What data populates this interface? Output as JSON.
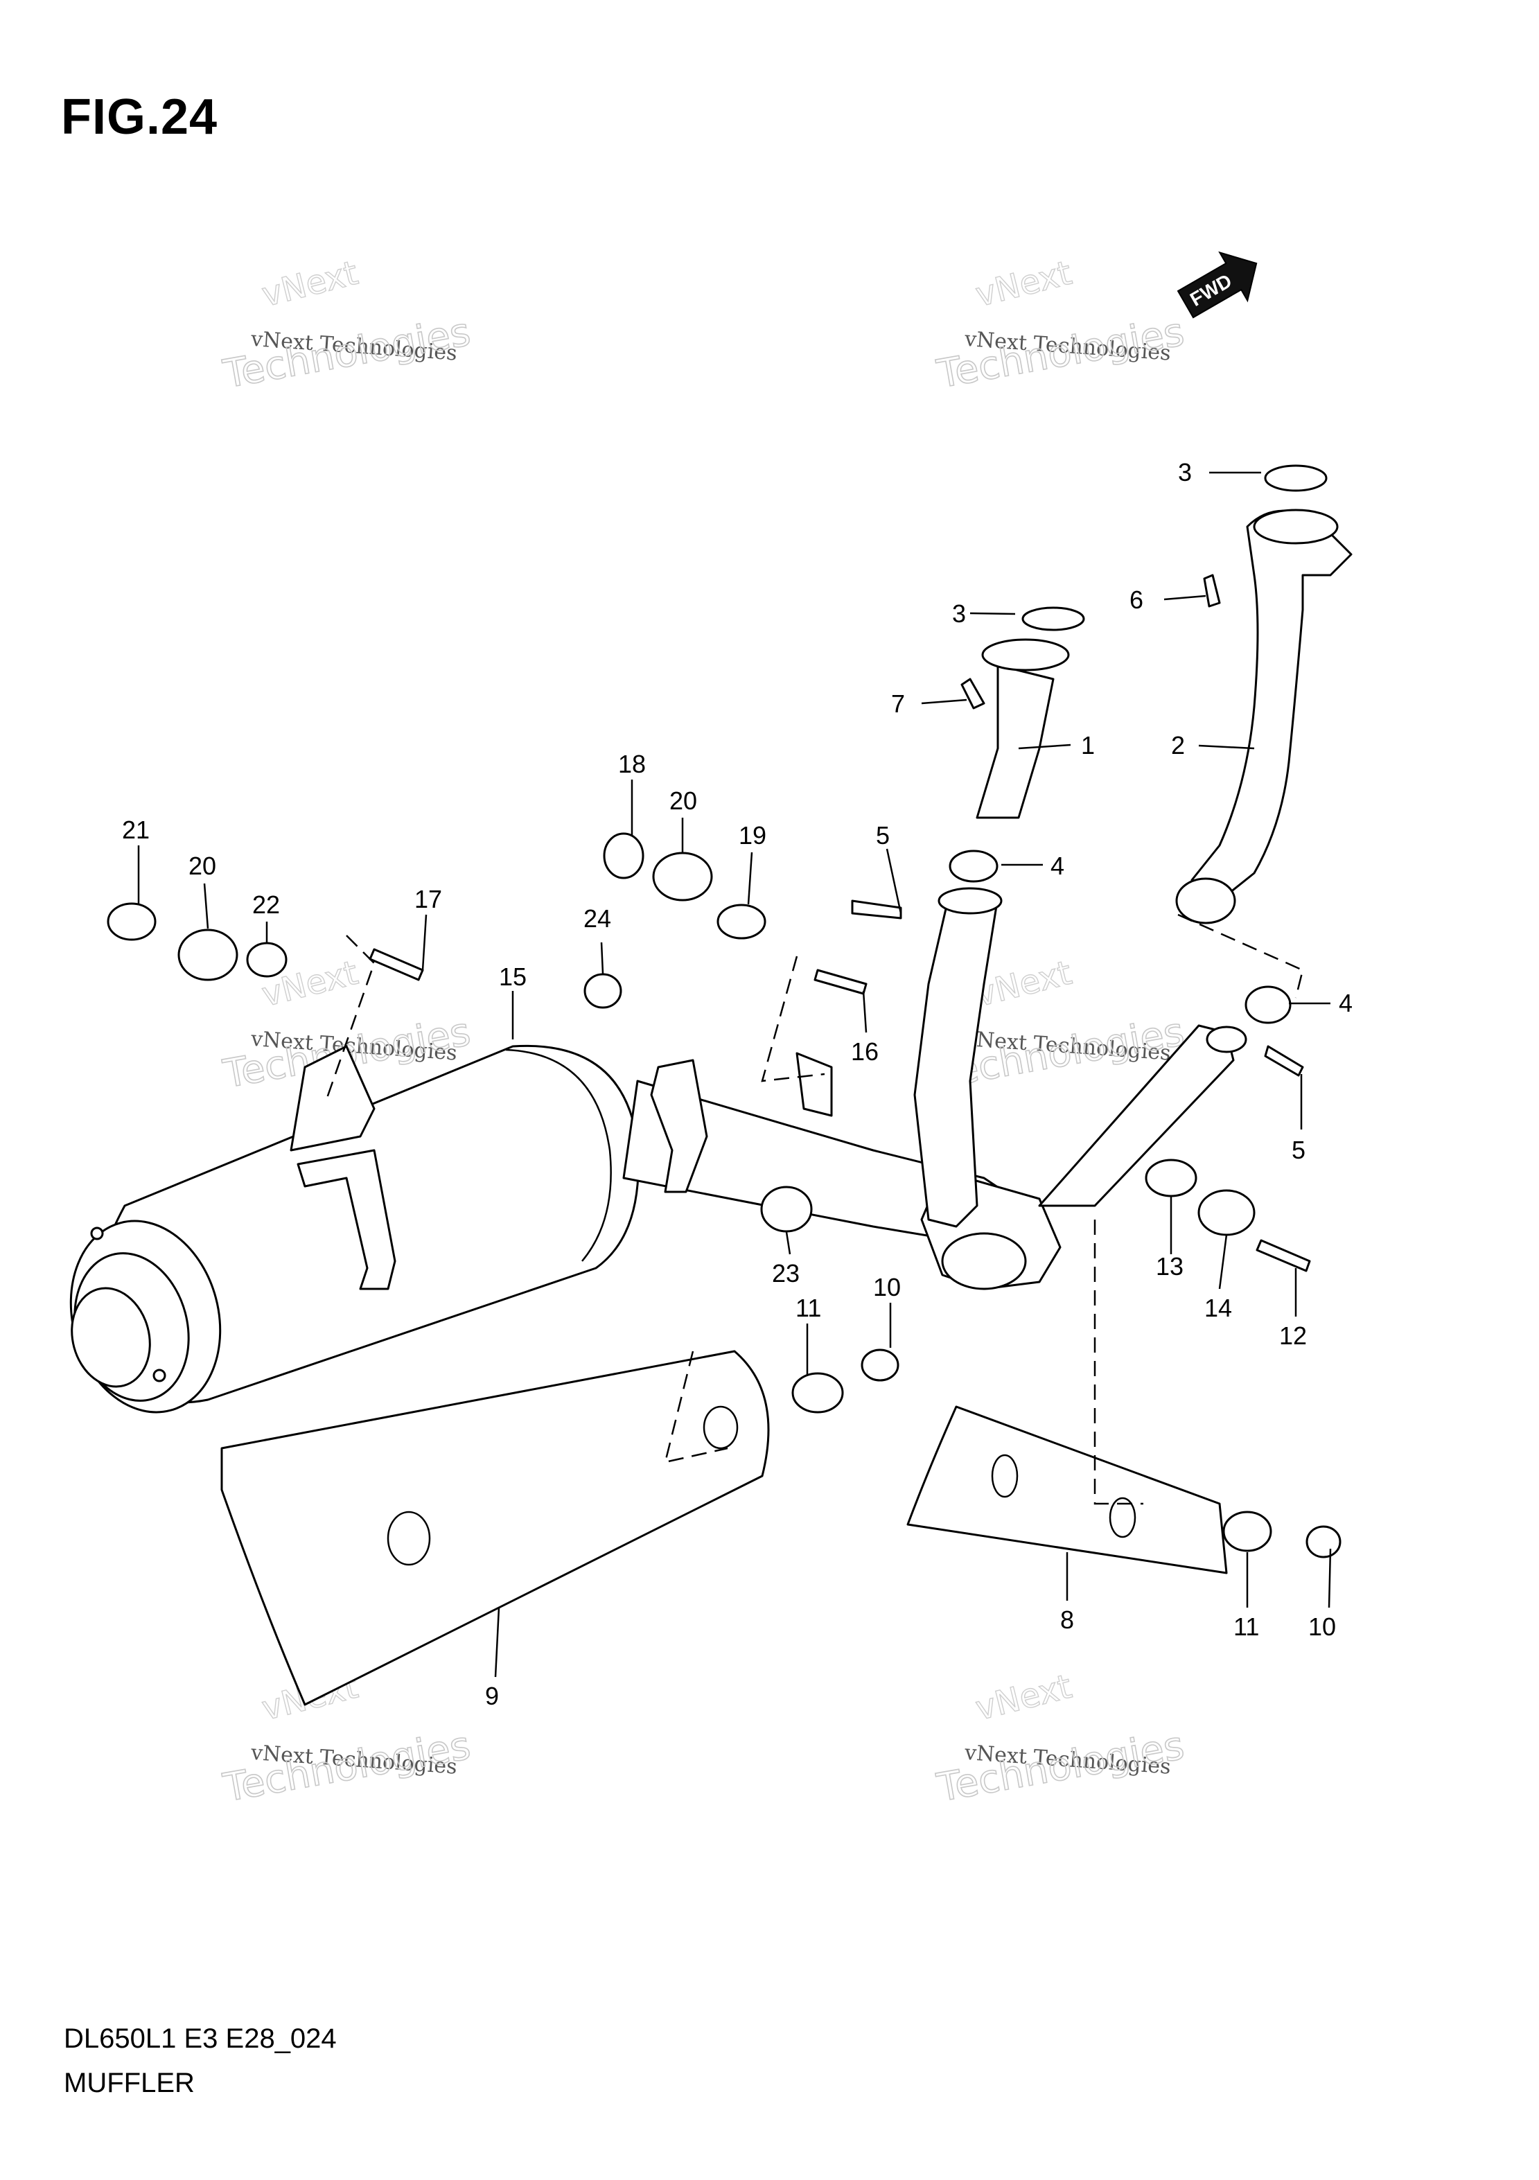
{
  "figure": {
    "title": "FIG.24",
    "code": "DL650L1 E3 E28_024",
    "name": "MUFFLER"
  },
  "fwd_label": "FWD",
  "watermark": {
    "line1": "vNext",
    "line2": "vNext Technologies",
    "line3": "Technologies"
  },
  "callouts": [
    "1",
    "2",
    "3",
    "3",
    "4",
    "4",
    "5",
    "5",
    "6",
    "7",
    "8",
    "9",
    "10",
    "10",
    "11",
    "11",
    "12",
    "13",
    "14",
    "15",
    "16",
    "17",
    "18",
    "19",
    "20",
    "20",
    "21",
    "22",
    "23",
    "24"
  ]
}
